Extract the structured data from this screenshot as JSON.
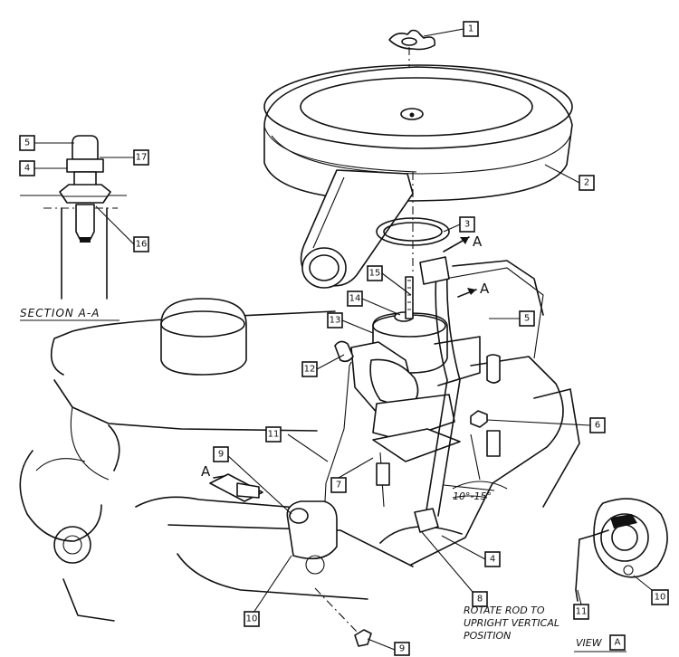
{
  "callouts": {
    "c1": "1",
    "c2": "2",
    "c3": "3",
    "c4a": "4",
    "c4b": "4",
    "c5a": "5",
    "c5b": "5",
    "c6": "6",
    "c7": "7",
    "c8": "8",
    "c9a": "9",
    "c9b": "9",
    "c10a": "10",
    "c10b": "10",
    "c11a": "11",
    "c11b": "11",
    "c12": "12",
    "c13": "13",
    "c14": "14",
    "c15": "15",
    "c16": "16",
    "c17": "17"
  },
  "labels": {
    "section": "SECTION A-A",
    "angle": "10°-15°",
    "arrow_a_top": "A",
    "arrow_a_mid": "A",
    "arrow_a_left": "A",
    "rotate_note_1": "ROTATE ROD TO",
    "rotate_note_2": "UPRIGHT VERTICAL",
    "rotate_note_3": "POSITION",
    "view": "VIEW",
    "view_letter": "A"
  }
}
